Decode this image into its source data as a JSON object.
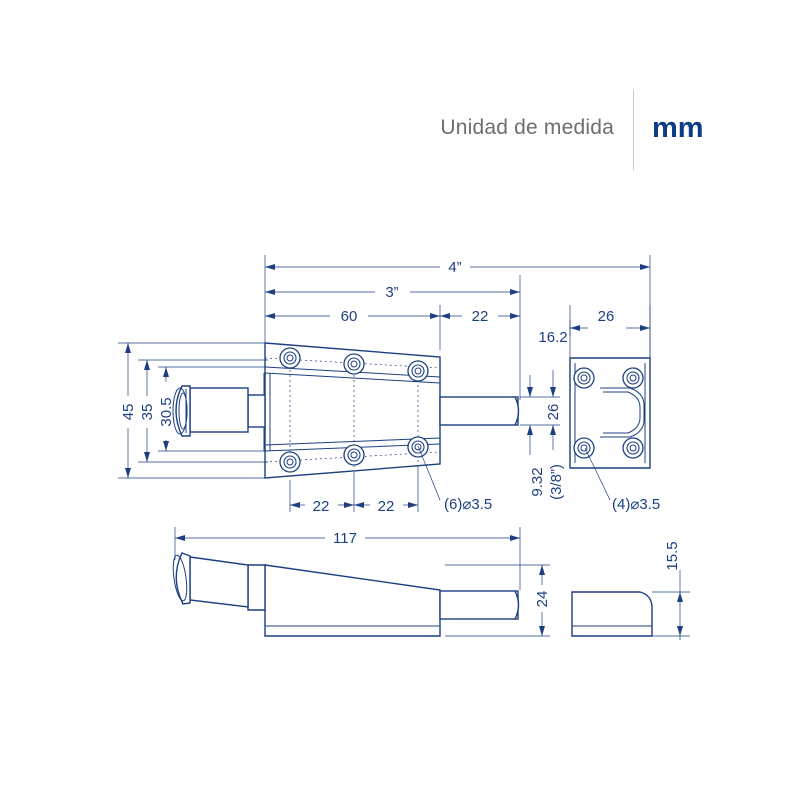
{
  "header": {
    "unit_label": "Unidad de medida",
    "unit_value": "mm"
  },
  "colors": {
    "drawing": "#1d3f82",
    "unit_value": "#0d3b85",
    "unit_label": "#6d6e71"
  },
  "dimensions": {
    "total_4in": "4”",
    "total_3in": "3”",
    "width_60": "60",
    "width_22_top": "22",
    "height_45": "45",
    "height_35": "35",
    "height_30_5": "30.5",
    "pin_26": "26",
    "pin_9_32": "9.32",
    "pin_3_8": "(3/8”)",
    "hole_spacing_1": "22",
    "hole_spacing_2": "22",
    "holes_main": "(6)⌀3.5",
    "strike_26": "26",
    "strike_16_2": "16.2",
    "holes_strike": "(4)⌀3.5",
    "length_117": "117",
    "side_24": "24",
    "strike_15_5": "15.5"
  }
}
